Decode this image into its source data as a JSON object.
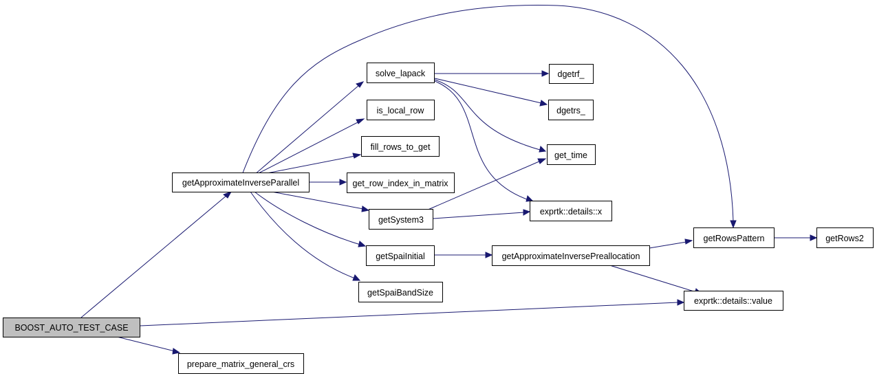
{
  "nodes": {
    "boost_auto_test_case": "BOOST_AUTO_TEST_CASE",
    "get_approximate_inverse_parallel": "getApproximateInverseParallel",
    "prepare_matrix_general_crs": "prepare_matrix_general_crs",
    "solve_lapack": "solve_lapack",
    "is_local_row": "is_local_row",
    "fill_rows_to_get": "fill_rows_to_get",
    "get_row_index_in_matrix": "get_row_index_in_matrix",
    "get_system3": "getSystem3",
    "get_spai_initial": "getSpaiInitial",
    "get_spai_band_size": "getSpaiBandSize",
    "dgetrf": "dgetrf_",
    "dgetrs": "dgetrs_",
    "get_time": "get_time",
    "exprtk_details_x": "exprtk::details::x",
    "get_approximate_inverse_preallocation": "getApproximateInversePreallocation",
    "get_rows_pattern": "getRowsPattern",
    "get_rows2": "getRows2",
    "exprtk_details_value": "exprtk::details::value"
  },
  "edges": [
    [
      "boost_auto_test_case",
      "get_approximate_inverse_parallel"
    ],
    [
      "boost_auto_test_case",
      "prepare_matrix_general_crs"
    ],
    [
      "boost_auto_test_case",
      "exprtk_details_value"
    ],
    [
      "get_approximate_inverse_parallel",
      "solve_lapack"
    ],
    [
      "get_approximate_inverse_parallel",
      "is_local_row"
    ],
    [
      "get_approximate_inverse_parallel",
      "fill_rows_to_get"
    ],
    [
      "get_approximate_inverse_parallel",
      "get_row_index_in_matrix"
    ],
    [
      "get_approximate_inverse_parallel",
      "get_system3"
    ],
    [
      "get_approximate_inverse_parallel",
      "get_spai_initial"
    ],
    [
      "get_approximate_inverse_parallel",
      "get_spai_band_size"
    ],
    [
      "get_approximate_inverse_parallel",
      "get_rows_pattern"
    ],
    [
      "solve_lapack",
      "dgetrf"
    ],
    [
      "solve_lapack",
      "dgetrs"
    ],
    [
      "solve_lapack",
      "get_time"
    ],
    [
      "solve_lapack",
      "exprtk_details_x"
    ],
    [
      "get_system3",
      "get_time"
    ],
    [
      "get_system3",
      "exprtk_details_x"
    ],
    [
      "get_spai_initial",
      "get_approximate_inverse_preallocation"
    ],
    [
      "get_approximate_inverse_preallocation",
      "get_rows_pattern"
    ],
    [
      "get_approximate_inverse_preallocation",
      "exprtk_details_value"
    ],
    [
      "get_rows_pattern",
      "get_rows2"
    ]
  ],
  "colors": {
    "edge": "#191970",
    "root_fill": "#bfbfbf",
    "node_fill": "#ffffff",
    "node_border": "#000000"
  }
}
